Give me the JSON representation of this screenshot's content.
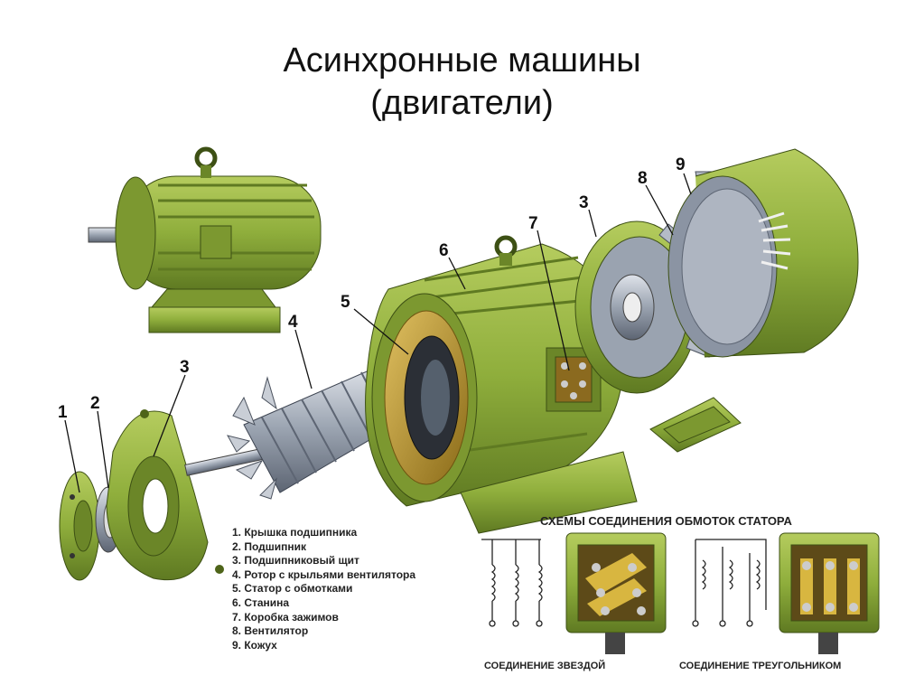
{
  "title": {
    "line1": "Асинхронные машины",
    "line2": "(двигатели)"
  },
  "callouts": [
    "1",
    "2",
    "3",
    "3",
    "4",
    "5",
    "6",
    "7",
    "8",
    "9"
  ],
  "legend": [
    "1. Крышка подшипника",
    "2. Подшипник",
    "3. Подшипниковый щит",
    "4. Ротор с крыльями вентилятора",
    "5. Статор с обмотками",
    "6. Станина",
    "7. Коробка зажимов",
    "8. Вентилятор",
    "9. Кожух"
  ],
  "schemes": {
    "title": "СХЕМЫ СОЕДИНЕНИЯ ОБМОТОК СТАТОРА",
    "star_caption": "СОЕДИНЕНИЕ ЗВЕЗДОЙ",
    "delta_caption": "СОЕДИНЕНИЕ ТРЕУГОЛЬНИКОМ"
  },
  "colors": {
    "body_green": "#8fae3c",
    "dark_green": "#5f7a22",
    "steel": "#9aa3b0",
    "copper": "#b8952e"
  }
}
